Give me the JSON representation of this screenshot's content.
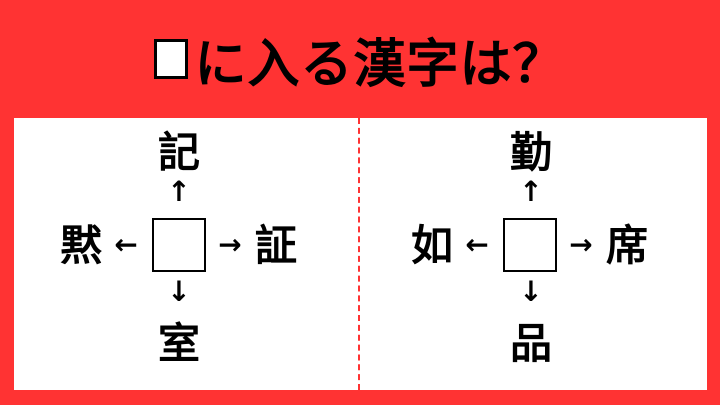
{
  "title": {
    "box_symbol": "",
    "text": "に入る漢字は？"
  },
  "colors": {
    "background": "#ff3333",
    "panel": "#ffffff",
    "text": "#000000"
  },
  "puzzles": [
    {
      "top": "記",
      "left": "黙",
      "right": "証",
      "bottom": "室",
      "arrows": {
        "up": "↑",
        "left": "←",
        "right": "→",
        "down": "↓"
      }
    },
    {
      "top": "勤",
      "left": "如",
      "right": "席",
      "bottom": "品",
      "arrows": {
        "up": "↑",
        "left": "←",
        "right": "→",
        "down": "↓"
      }
    }
  ]
}
